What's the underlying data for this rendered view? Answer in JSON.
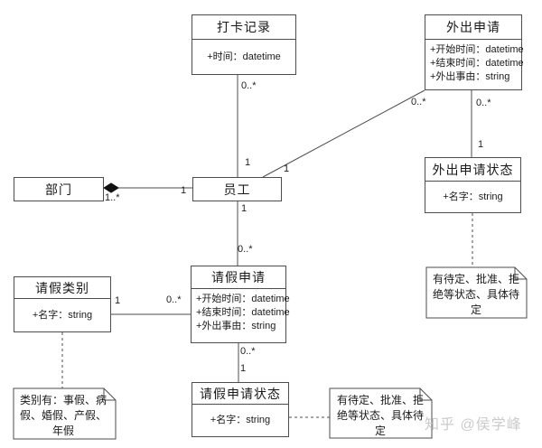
{
  "classes": {
    "clock_record": {
      "title": "打卡记录",
      "attributes": [
        "+时间：datetime"
      ]
    },
    "outing_request": {
      "title": "外出申请",
      "attributes": [
        "+开始时间：datetime",
        "+结束时间：datetime",
        "+外出事由：string"
      ]
    },
    "outing_request_status": {
      "title": "外出申请状态",
      "attributes": [
        "+名字：string"
      ]
    },
    "department": {
      "title": "部门",
      "attributes": []
    },
    "employee": {
      "title": "员工",
      "attributes": []
    },
    "leave_category": {
      "title": "请假类别",
      "attributes": [
        "+名字：string"
      ]
    },
    "leave_request": {
      "title": "请假申请",
      "attributes": [
        "+开始时间：datetime",
        "+结束时间：datetime",
        "+外出事由：string"
      ]
    },
    "leave_request_status": {
      "title": "请假申请状态",
      "attributes": [
        "+名字：string"
      ]
    }
  },
  "notes": {
    "outing_status_note": "有待定、批准、拒绝等状态、具体待定",
    "leave_category_note": "类别有：事假、病假、婚假、产假、年假",
    "leave_status_note": "有待定、批准、拒绝等状态、具体待定"
  },
  "associations": {
    "employee_clock_record": {
      "clock_end": "0..*",
      "employee_end": "1"
    },
    "employee_outing_request": {
      "outing_end": "0..*",
      "employee_end": "1"
    },
    "outing_request_status_link": {
      "request_end": "0..*",
      "status_end": "1"
    },
    "department_employee": {
      "department_end": "1..*",
      "employee_end": "1"
    },
    "employee_leave_request": {
      "employee_end": "1",
      "leave_end": "0..*"
    },
    "leave_category_leave_request": {
      "category_end": "1",
      "leave_end": "0..*"
    },
    "leave_request_status_link": {
      "request_end": "0..*",
      "status_end": "1"
    }
  },
  "colors": {
    "line": "#4d4d4d",
    "text": "#1a1a1a",
    "watermark": "#cbcbcb",
    "background": "#ffffff"
  },
  "watermark": "知乎 @侯学峰"
}
